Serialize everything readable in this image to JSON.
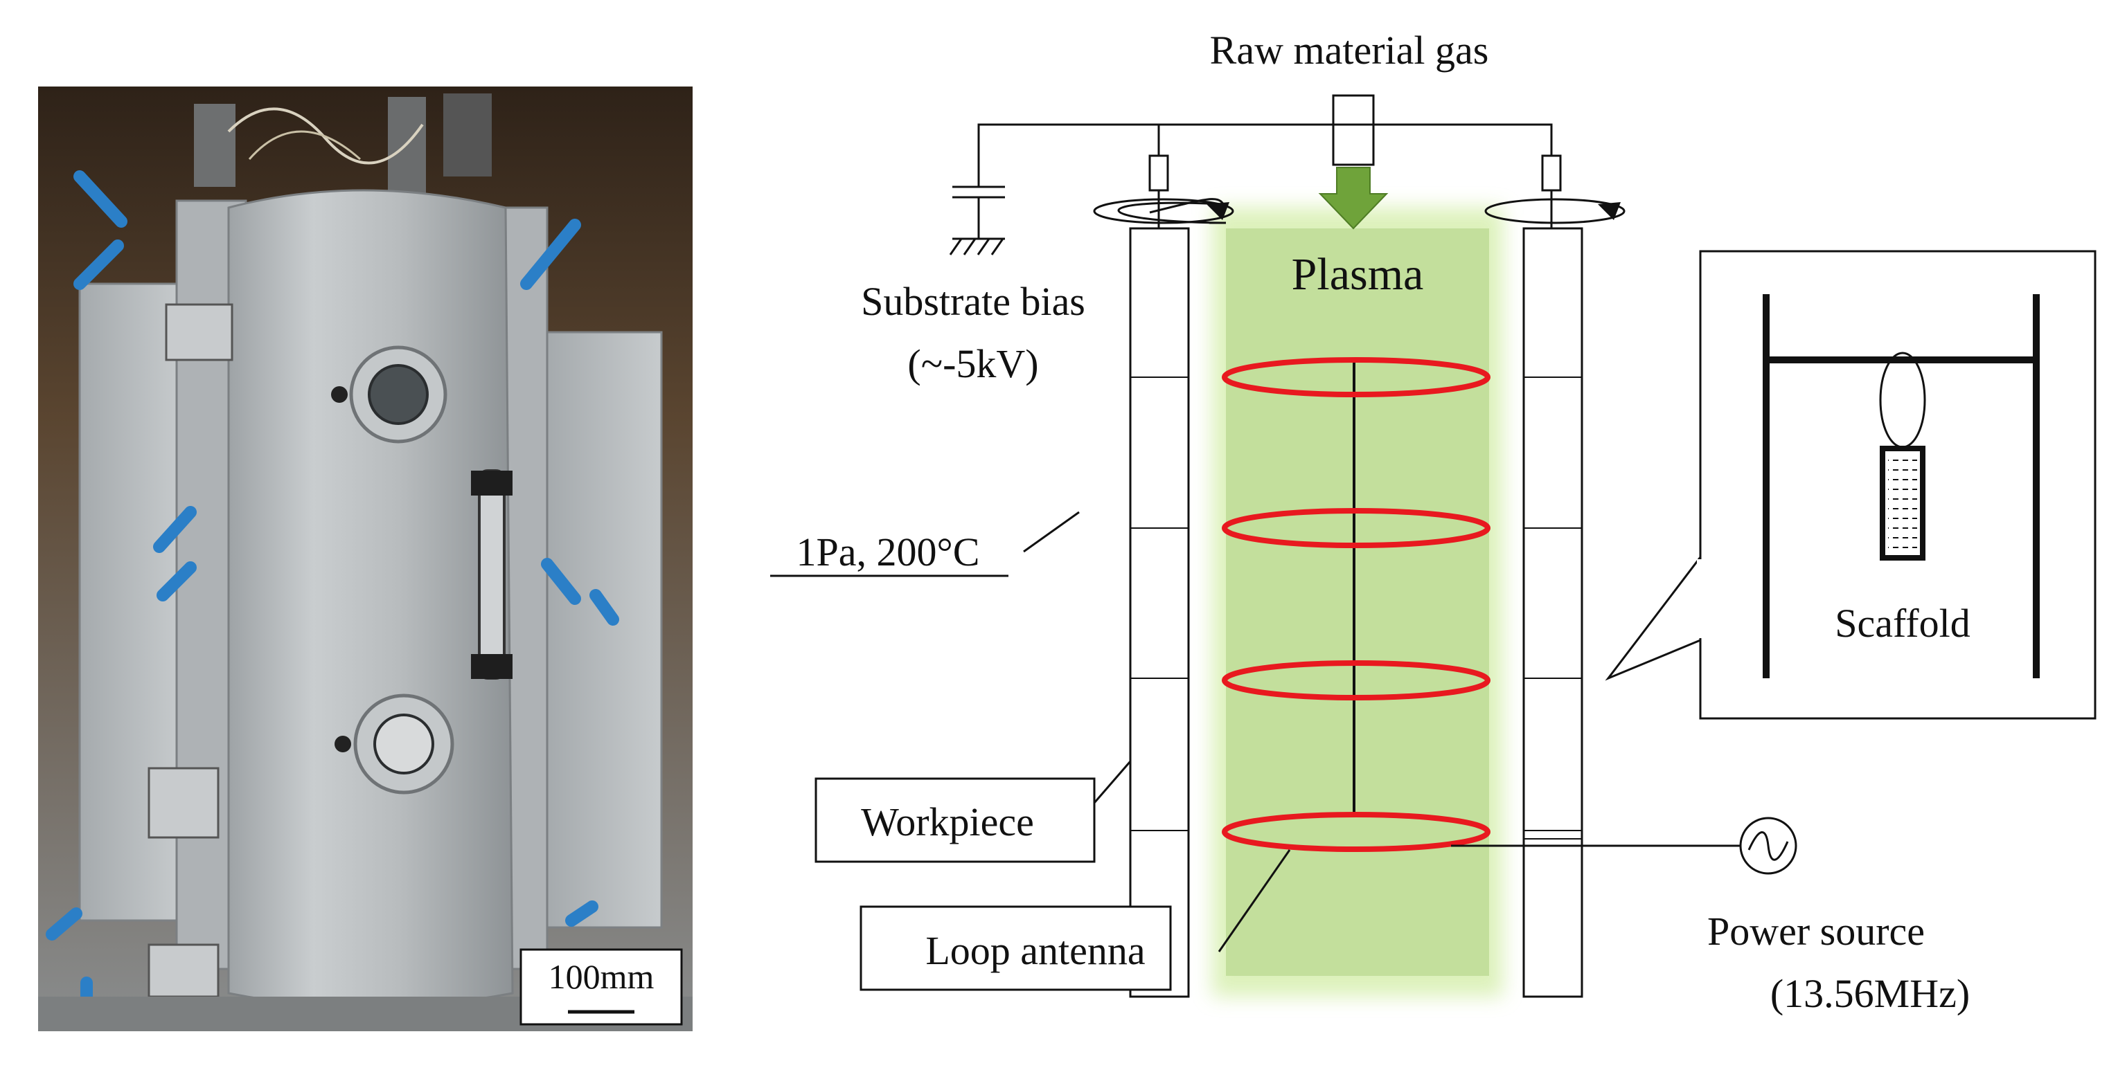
{
  "photo": {
    "scale_bar_label": "100mm"
  },
  "diagram": {
    "raw_gas_label": "Raw material gas",
    "plasma_label": "Plasma",
    "substrate_bias_label": "Substrate bias",
    "substrate_bias_value": "(~-5kV)",
    "conditions_label": "1Pa, 200°C",
    "workpiece_label": "Workpiece",
    "loop_antenna_label": "Loop antenna",
    "power_source_label": "Power source",
    "power_source_freq": "(13.56MHz)",
    "scaffold_label": "Scaffold"
  },
  "colors": {
    "plasma_fill": "#c3df9c",
    "plasma_glow": "#d9f0b4",
    "antenna_red": "#e8191f",
    "gas_arrow": "#6fa33a",
    "line": "#111111",
    "photo_background": "#3b2a1d",
    "chamber_metal": "#b9bdbf"
  }
}
